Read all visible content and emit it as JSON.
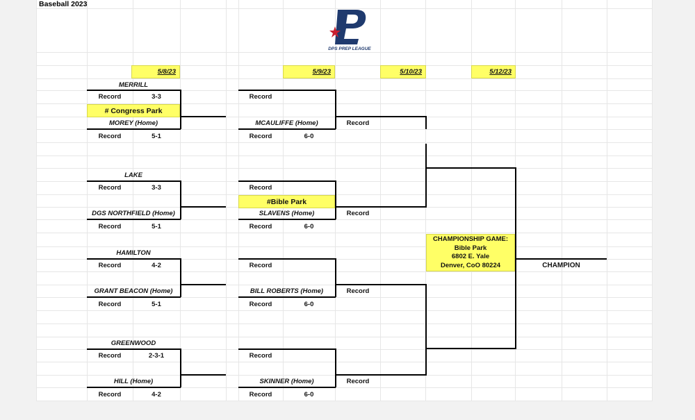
{
  "sheet_title": "Baseball 2023",
  "logo_text": "DPS PREP LEAGUE",
  "dates": [
    "5/8/23",
    "5/9/23",
    "5/10/23",
    "5/12/23"
  ],
  "record_label": "Record",
  "round1": {
    "game1": {
      "away_team": "MERRILL",
      "away_record": "3-3",
      "location": "# Congress Park",
      "home_team": "MOREY (Home)",
      "home_record": "5-1"
    },
    "game2": {
      "away_team": "LAKE",
      "away_record": "3-3",
      "home_team": "DGS NORTHFIELD (Home)",
      "home_record": "5-1"
    },
    "game3": {
      "away_team": "HAMILTON",
      "away_record": "4-2",
      "home_team": "GRANT BEACON (Home)",
      "home_record": "5-1"
    },
    "game4": {
      "away_team": "GREENWOOD",
      "away_record": "2-3-1",
      "home_team": "HILL (Home)",
      "home_record": "4-2"
    }
  },
  "round2": {
    "game1": {
      "home_team": "MCAULIFFE (Home)",
      "home_record": "6-0"
    },
    "game2": {
      "location": "#Bible Park",
      "home_team": "SLAVENS (Home)",
      "home_record": "6-0"
    },
    "game3": {
      "home_team": "BILL ROBERTS (Home)",
      "home_record": "6-0"
    },
    "game4": {
      "home_team": "SKINNER (Home)",
      "home_record": "6-0"
    }
  },
  "championship": {
    "title": "CHAMPIONSHIP GAME:",
    "venue": "Bible Park",
    "street": "6802 E. Yale",
    "city": "Denver, CoO 80224"
  },
  "champion_label": "CHAMPION",
  "colors": {
    "highlight": "#ffff66",
    "logo_navy": "#1f3a6e",
    "logo_red": "#c8202f"
  }
}
